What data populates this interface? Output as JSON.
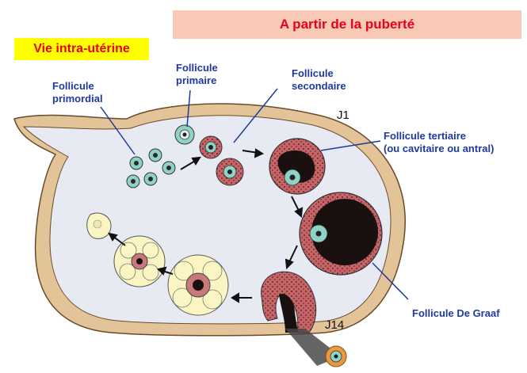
{
  "banner": {
    "text": "A partir de la puberté"
  },
  "intra": {
    "text": "Vie intra-utérine"
  },
  "labels": {
    "primordial_1": "Follicule",
    "primordial_2": "primordial",
    "primaire_1": "Follicule",
    "primaire_2": "primaire",
    "secondaire_1": "Follicule",
    "secondaire_2": "secondaire",
    "tertiaire_1": "Follicule tertiaire",
    "tertiaire_2": "(ou cavitaire ou antral)",
    "graaf": "Follicule De Graaf",
    "j1": "J1",
    "j14": "J14"
  },
  "colors": {
    "banner_bg": "#f8c9b4",
    "banner_text": "#e8001c",
    "label_blue": "#1f3a9e",
    "ovary_capsule": "#e8c9a0",
    "ovary_inner": "#e6e9f2",
    "follicle_wall": "#b8555a",
    "antrum": "#1a1010",
    "corpus_luteum": "#fbf5c4"
  }
}
